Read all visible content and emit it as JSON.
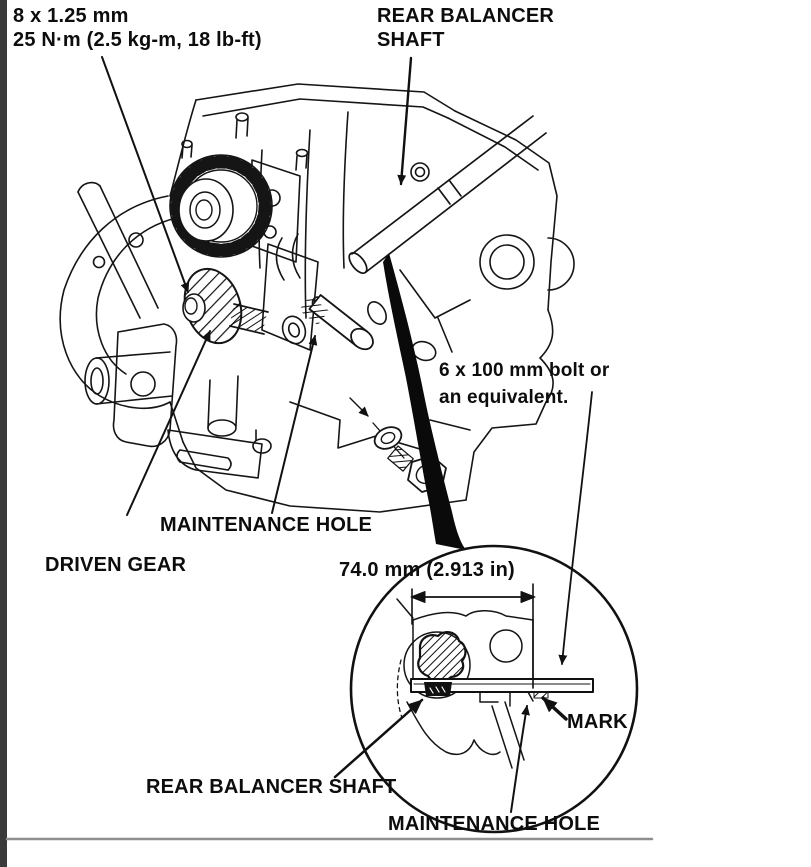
{
  "figure": {
    "type": "service-manual-illustration",
    "subject": "Rear balancer shaft alignment through maintenance hole"
  },
  "colors": {
    "ink": "#111111",
    "paper": "#ffffff",
    "scan_edge_bar": "#3a3a3a",
    "bottom_rule": "#8f8f8f"
  },
  "labels": {
    "torque_spec": {
      "line1": "8 x 1.25 mm",
      "line2": "25 N·m (2.5 kg-m, 18 lb-ft)"
    },
    "rear_balancer_shaft_top": {
      "line1": "REAR BALANCER",
      "line2": "SHAFT"
    },
    "bolt_note": {
      "line1": "6 x 100 mm bolt or",
      "line2": "an equivalent."
    },
    "maintenance_hole_mid": "MAINTENANCE HOLE",
    "driven_gear": "DRIVEN GEAR",
    "dimension": "74.0 mm (2.913 in)",
    "mark": "MARK",
    "rear_balancer_shaft_bottom": "REAR BALANCER SHAFT",
    "maintenance_hole_bottom": "MAINTENANCE HOLE"
  }
}
